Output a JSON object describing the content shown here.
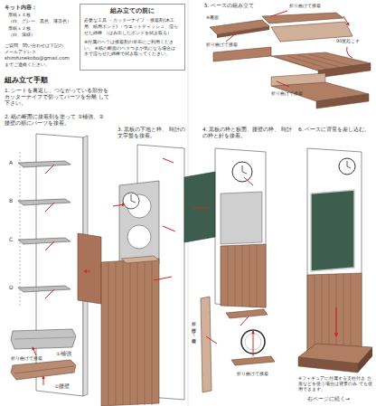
{
  "diagram": {
    "nodes": [
      {
        "text": [
          "組み立ての前に",
          "必要な工具 ・カッターナイフ ・接着剤(木工用、紙用ボンド) ・ウエットティッシュ、湿らせた綿棒 （はみ出したボンドを拭き取る）",
          "※付属のヘラは接着剤の塗布にご利用ください。 ※紙の断面のベタつきが気になる場合は 水で湿らせた綿棒で拭き取ってください。"
        ]
      }
    ],
    "labels": [
      "キット内容：",
      "厚紙ｘ４枚",
      "（白、グレー、黒色、薄茶色）",
      "厚紙ｘ２枚",
      "（白、深緑）",
      "ご質問、問い合わせは下記の",
      "メールアドレス",
      "shirofunekobo@gmail.com",
      "までご連絡ください。",
      "組み立て手順",
      "1. シートを裏返し、つながっている部分を カッターナイフで切ってパーツを分離 して下さい。",
      "2. 紙の断面に接着剤を塗って ①補強、②腰壁の順にパーツを接着。",
      "A",
      "B",
      "C",
      "D",
      "①補強",
      "折り曲げて接着",
      "②腰壁",
      "3. 黒板の下地と枠、 時計の文字盤を接着。",
      "5. ベースの組み立て",
      "※裏面",
      "折り曲げて接着",
      "折り曲げて接着",
      "90度起こす",
      "折り曲げて接着",
      "4. 黒板の枠と板面、腰壁の枠、 時計の枠と針を接着。",
      "折り曲げて接着",
      "折り曲げて接着",
      "6. ベースに背景を差し込む。",
      "※フィギュアに付属する支柱付き 台座などを使う場合は背景のみ でも使用できます。",
      "右ページに続く→"
    ]
  }
}
